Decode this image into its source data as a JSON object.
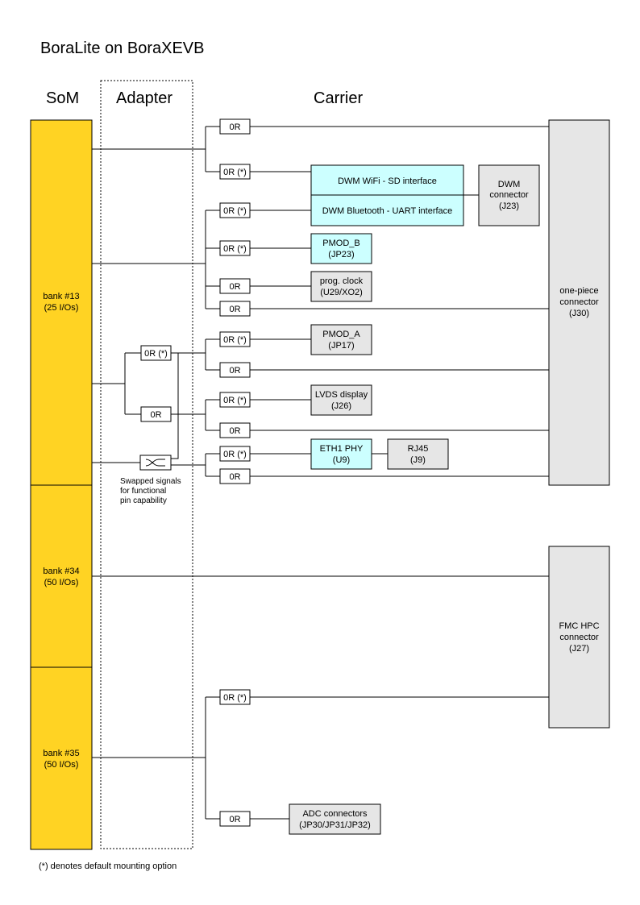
{
  "title": "BoraLite on BoraXEVB",
  "columns": {
    "som": "SoM",
    "adapter": "Adapter",
    "carrier": "Carrier"
  },
  "banks": [
    {
      "line1": "bank #13",
      "line2": "(25 I/Os)"
    },
    {
      "line1": "bank #34",
      "line2": "(50 I/Os)"
    },
    {
      "line1": "bank #35",
      "line2": "(50 I/Os)"
    }
  ],
  "resistors": {
    "zero_ohm": "0R",
    "zero_ohm_default": "0R (*)"
  },
  "components": {
    "dwm_wifi": "DWM WiFi - SD interface",
    "dwm_bt": "DWM Bluetooth - UART interface",
    "dwm_connector": [
      "DWM",
      "connector",
      "(J23)"
    ],
    "pmod_b": [
      "PMOD_B",
      "(JP23)"
    ],
    "prog_clock": [
      "prog. clock",
      "(U29/XO2)"
    ],
    "pmod_a": [
      "PMOD_A",
      "(JP17)"
    ],
    "lvds": [
      "LVDS display",
      "(J26)"
    ],
    "eth_phy": [
      "ETH1 PHY",
      "(U9)"
    ],
    "rj45": [
      "RJ45",
      "(J9)"
    ],
    "one_piece": [
      "one-piece",
      "connector",
      "(J30)"
    ],
    "fmc_hpc": [
      "FMC HPC",
      "connector",
      "(J27)"
    ],
    "adc": [
      "ADC connectors",
      "(JP30/JP31/JP32)"
    ]
  },
  "swap_note": [
    "Swapped signals",
    "for functional",
    "pin capability"
  ],
  "footnote": "(*) denotes default mounting option",
  "colors": {
    "som_yellow": "#FFD323",
    "cyan_block": "#CCFFFF",
    "gray_block": "#E6E6E6",
    "line": "#000000"
  }
}
